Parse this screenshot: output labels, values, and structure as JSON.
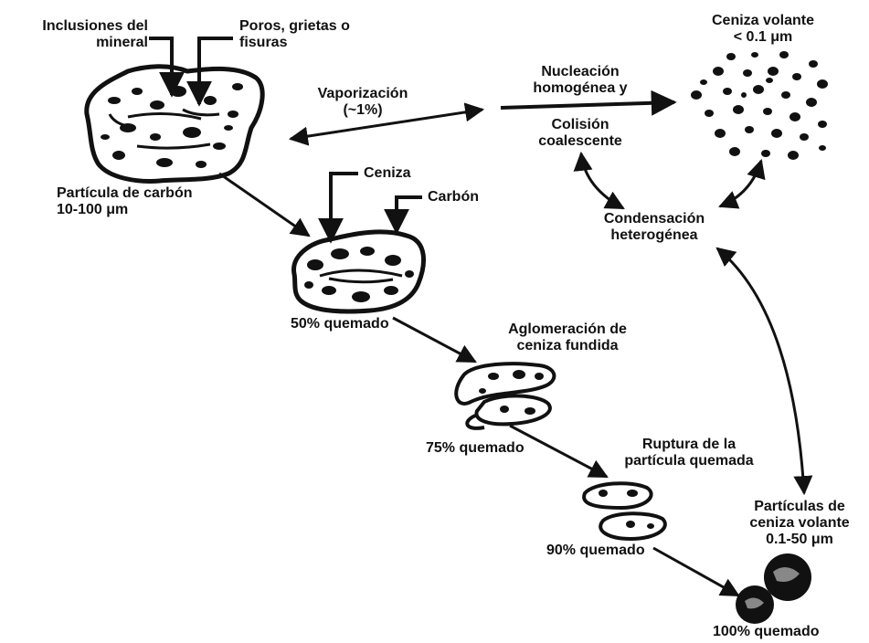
{
  "labels": {
    "inclusions": [
      "Inclusiones del",
      "mineral"
    ],
    "pores": [
      "Poros, grietas o",
      "fisuras"
    ],
    "coal_particle": [
      "Partícula de carbón",
      "10-100  μm"
    ],
    "vaporization": [
      "Vaporización",
      "(~1%)"
    ],
    "nucleation": [
      "Nucleación",
      "homogénea y"
    ],
    "collision": [
      "Colisión",
      "coalescente"
    ],
    "fly_ash_small": [
      "Ceniza volante",
      "< 0.1  μm"
    ],
    "ash": "Ceniza",
    "carbon": "Carbón",
    "condensation": [
      "Condensación",
      "heterogénea"
    ],
    "burned_50": "50% quemado",
    "agglomeration": [
      "Aglomeración de",
      "ceniza fundida"
    ],
    "burned_75": "75% quemado",
    "rupture": [
      "Ruptura de la",
      "partícula quemada"
    ],
    "burned_90": "90% quemado",
    "fly_ash_large": [
      "Partículas de",
      "ceniza volante",
      "0.1-50  μm"
    ],
    "burned_100": "100% quemado"
  },
  "colors": {
    "ink": "#111111",
    "background": "#ffffff"
  }
}
